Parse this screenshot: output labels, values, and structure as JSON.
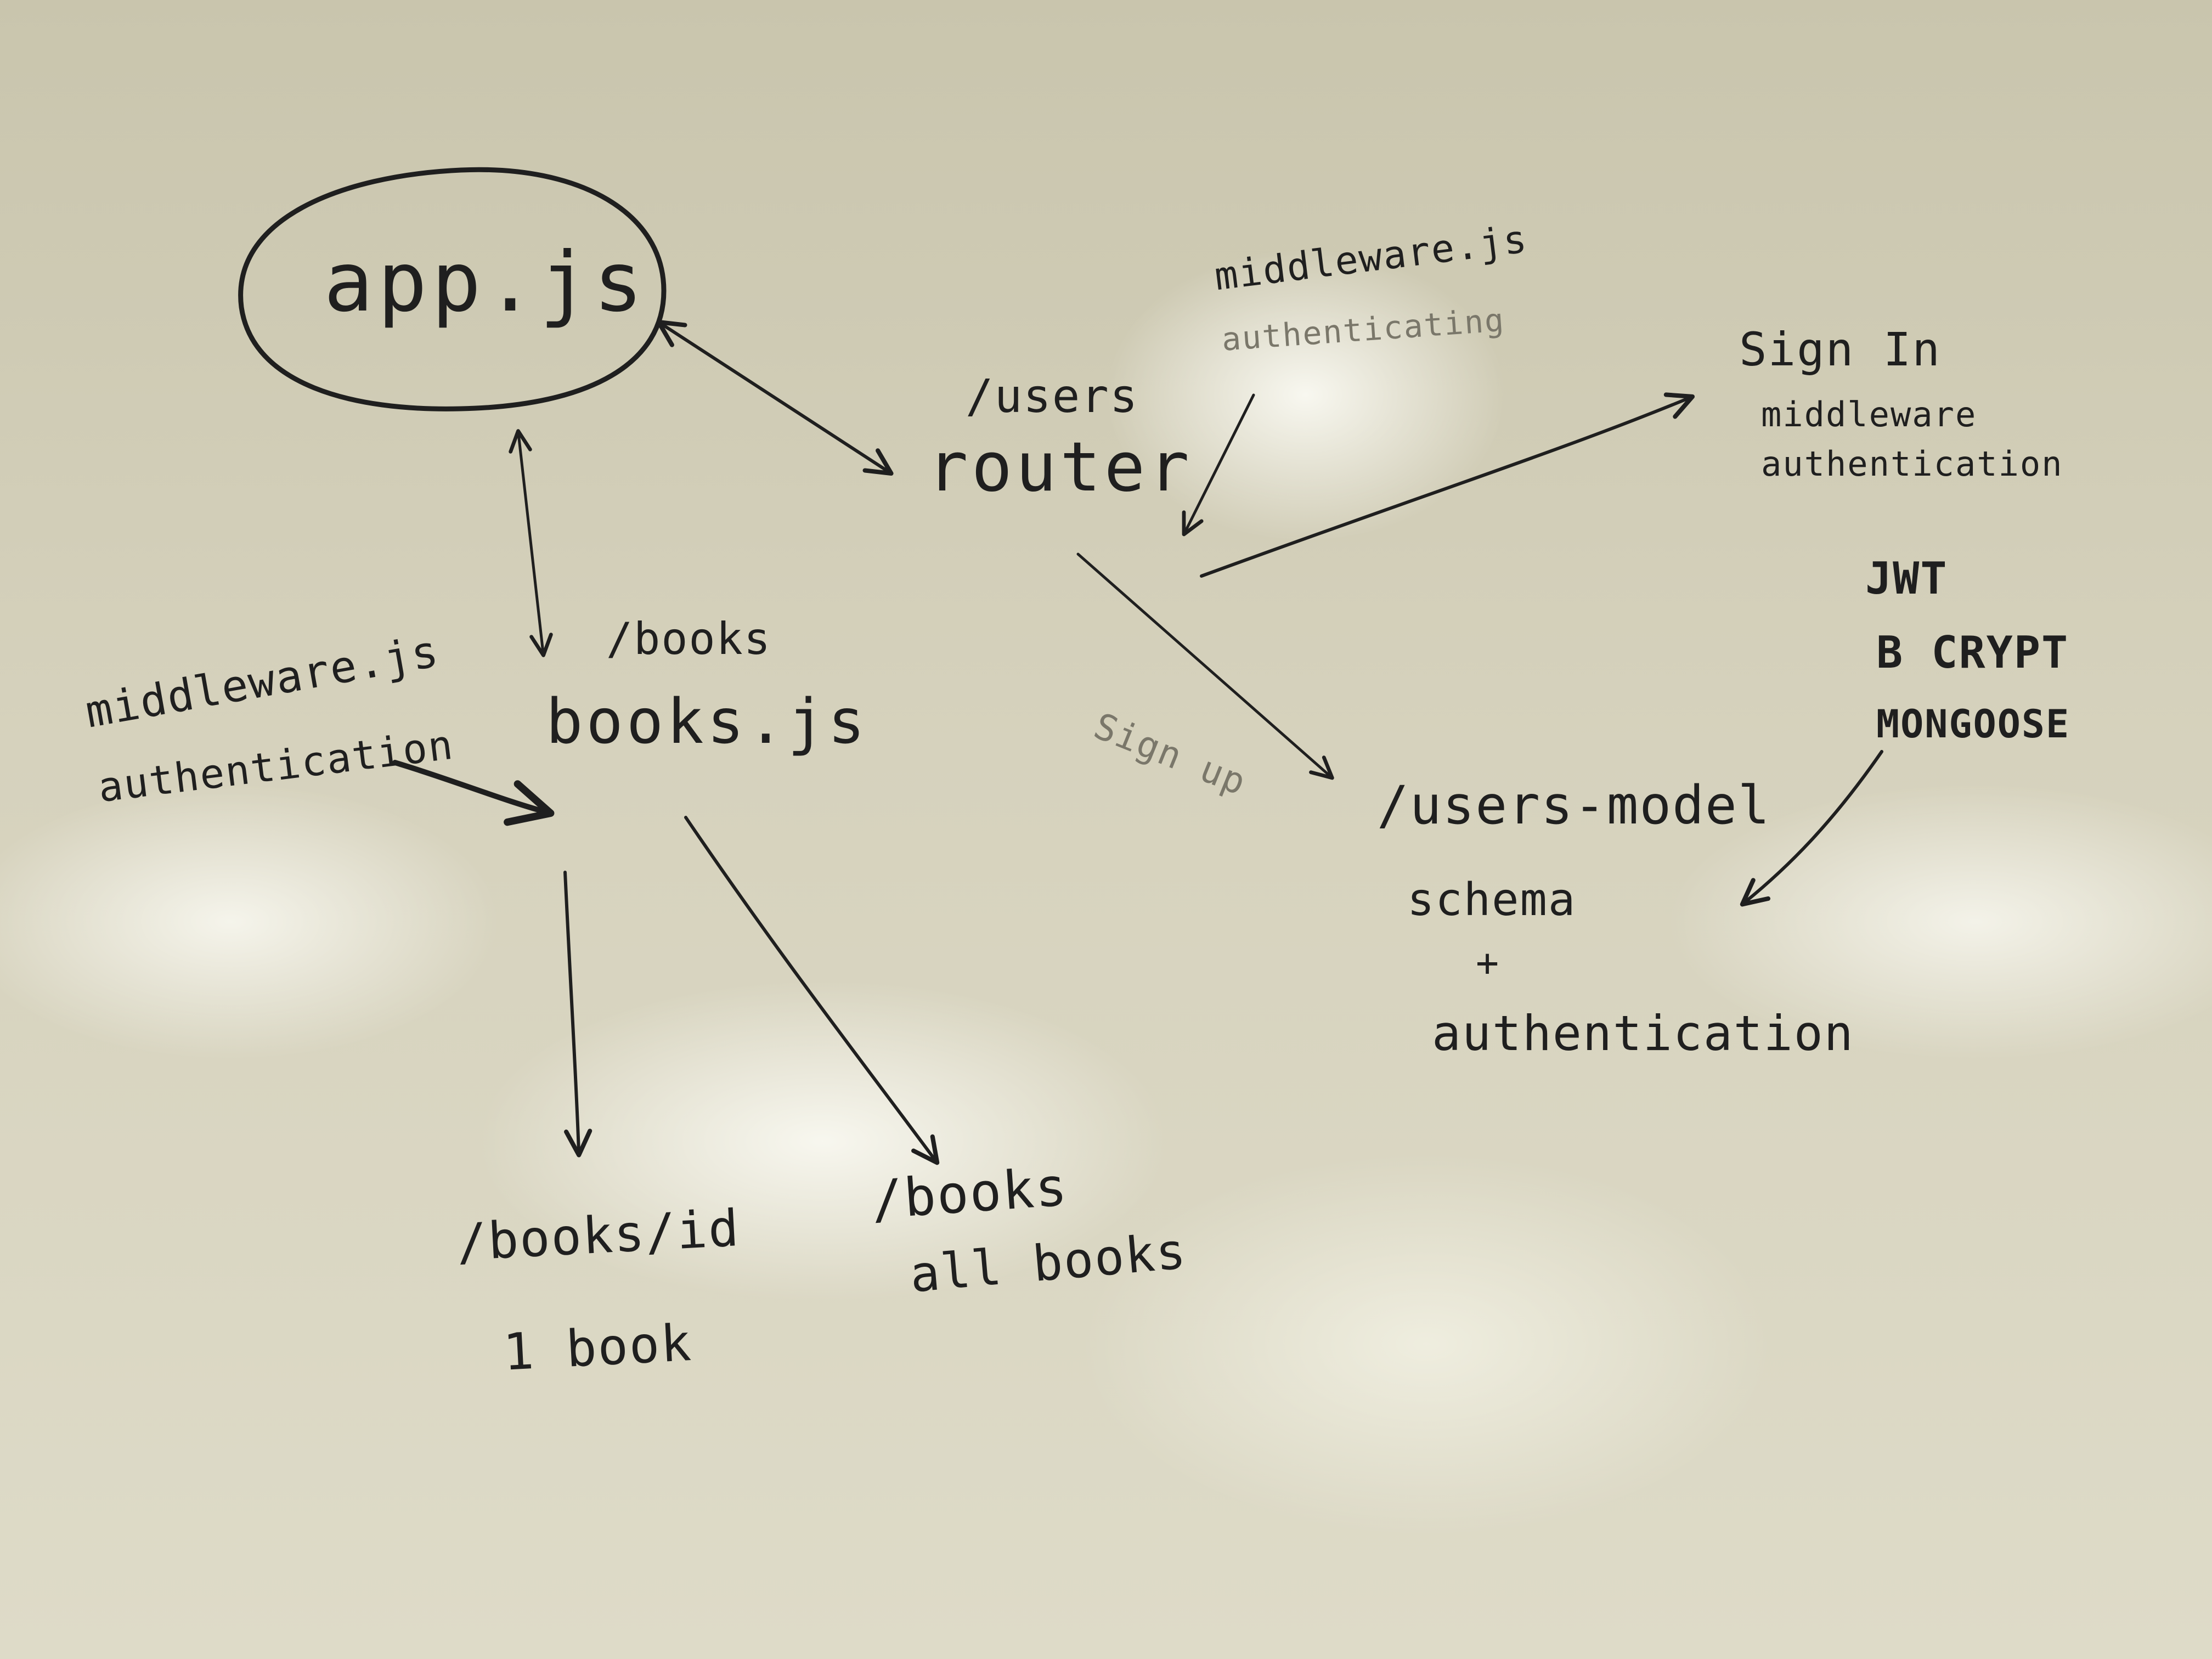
{
  "nodes": {
    "app": "app.js",
    "users_route": "/users",
    "router": "router",
    "middleware_top": "middleware.js",
    "authenticating": "authenticating",
    "sign_in": "Sign In",
    "sign_in_middleware": "middleware",
    "sign_in_authentication": "authentication",
    "jwt": "JWT",
    "bcrypt": "B CRYPT",
    "mongoose": "MONGOOSE",
    "sign_up": "Sign up",
    "users_model": "/users-model",
    "schema": "schema",
    "plus": "+",
    "model_authentication": "authentication",
    "books_route": "/books",
    "books_js": "books.js",
    "middleware_left": "middleware.js",
    "left_authentication": "authentication",
    "books_id": "/books/id",
    "one_book": "1 book",
    "books_all_route": "/books",
    "all_books": "all books"
  },
  "colors": {
    "ink": "#1f1f1f",
    "board": "#cfcbb4"
  }
}
